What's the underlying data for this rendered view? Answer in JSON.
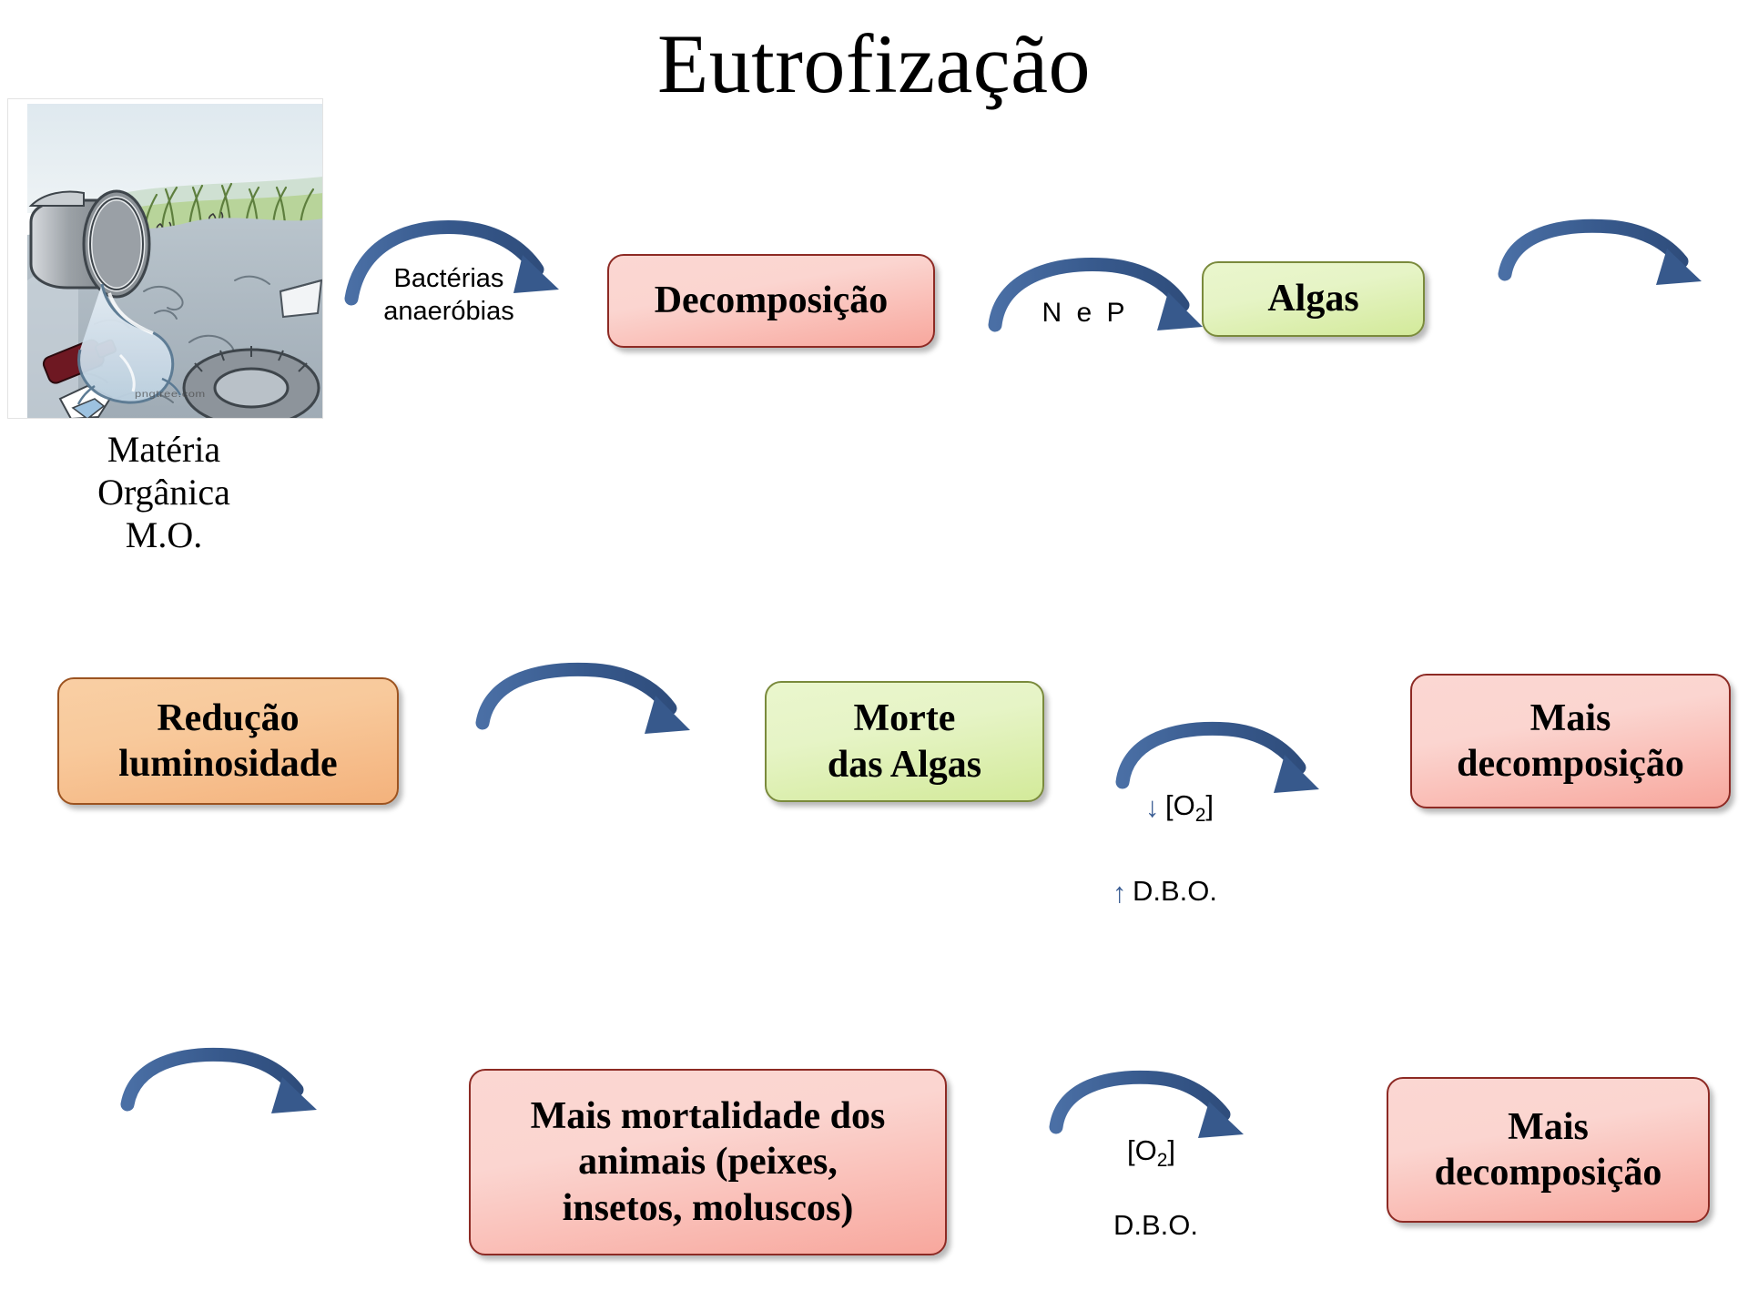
{
  "page": {
    "title": "Eutrofização",
    "background": "#ffffff"
  },
  "illustration": {
    "name": "sewage-pipe-pollution",
    "alt": "Cano de esgoto despejando efluente em água poluída com lixo",
    "watermark": "pngtree.com"
  },
  "labels": {
    "materia_organica": "Matéria\nOrgânica\nM.O.",
    "bacterias": "Bactérias\nanaeróbias",
    "n_e_p": "N e P"
  },
  "nodes": {
    "decomposicao": "Decomposição",
    "algas": "Algas",
    "reducao_luminosidade": "Redução\nluminosidade",
    "morte_das_algas": "Morte\ndas Algas",
    "mais_decomposicao_1": "Mais\ndecomposição",
    "mais_mortalidade": "Mais mortalidade dos\nanimais (peixes,\ninsetos, moluscos)",
    "mais_decomposicao_2": "Mais\ndecomposição"
  },
  "annotations": {
    "o2_down_arrow": "↓",
    "o2_label_1": "[O",
    "o2_sub": "2",
    "o2_close": "]",
    "dbo_up_arrow": "↑",
    "dbo_label_1": "D.B.O.",
    "o2_label_2": "[O",
    "dbo_label_2": "D.B.O."
  },
  "colors": {
    "arrow_blue": "#3a5d93",
    "arrow_blue_dark": "#2d4a78",
    "pink_fill": "#fbd7d2",
    "pink_fill_dark": "#f8a79d",
    "pink_border": "#8d2a24",
    "green_fill": "#eaf6cd",
    "green_fill_dark": "#d3ea9a",
    "green_border": "#7a8a3c",
    "orange_fill": "#f9cfa4",
    "orange_fill_dark": "#f4b27c",
    "orange_border": "#9c5320",
    "text": "#000000"
  },
  "flow": {
    "type": "process-diagram",
    "steps": [
      "Matéria Orgânica M.O.",
      "Decomposição",
      "Algas",
      "Redução luminosidade",
      "Morte das Algas",
      "Mais decomposição",
      "Mais mortalidade dos animais (peixes, insetos, moluscos)",
      "Mais decomposição"
    ],
    "edge_labels": [
      "Bactérias anaeróbias",
      "N e P",
      "",
      "",
      "↓[O2] ↑D.B.O.",
      "",
      "[O2] D.B.O."
    ]
  }
}
